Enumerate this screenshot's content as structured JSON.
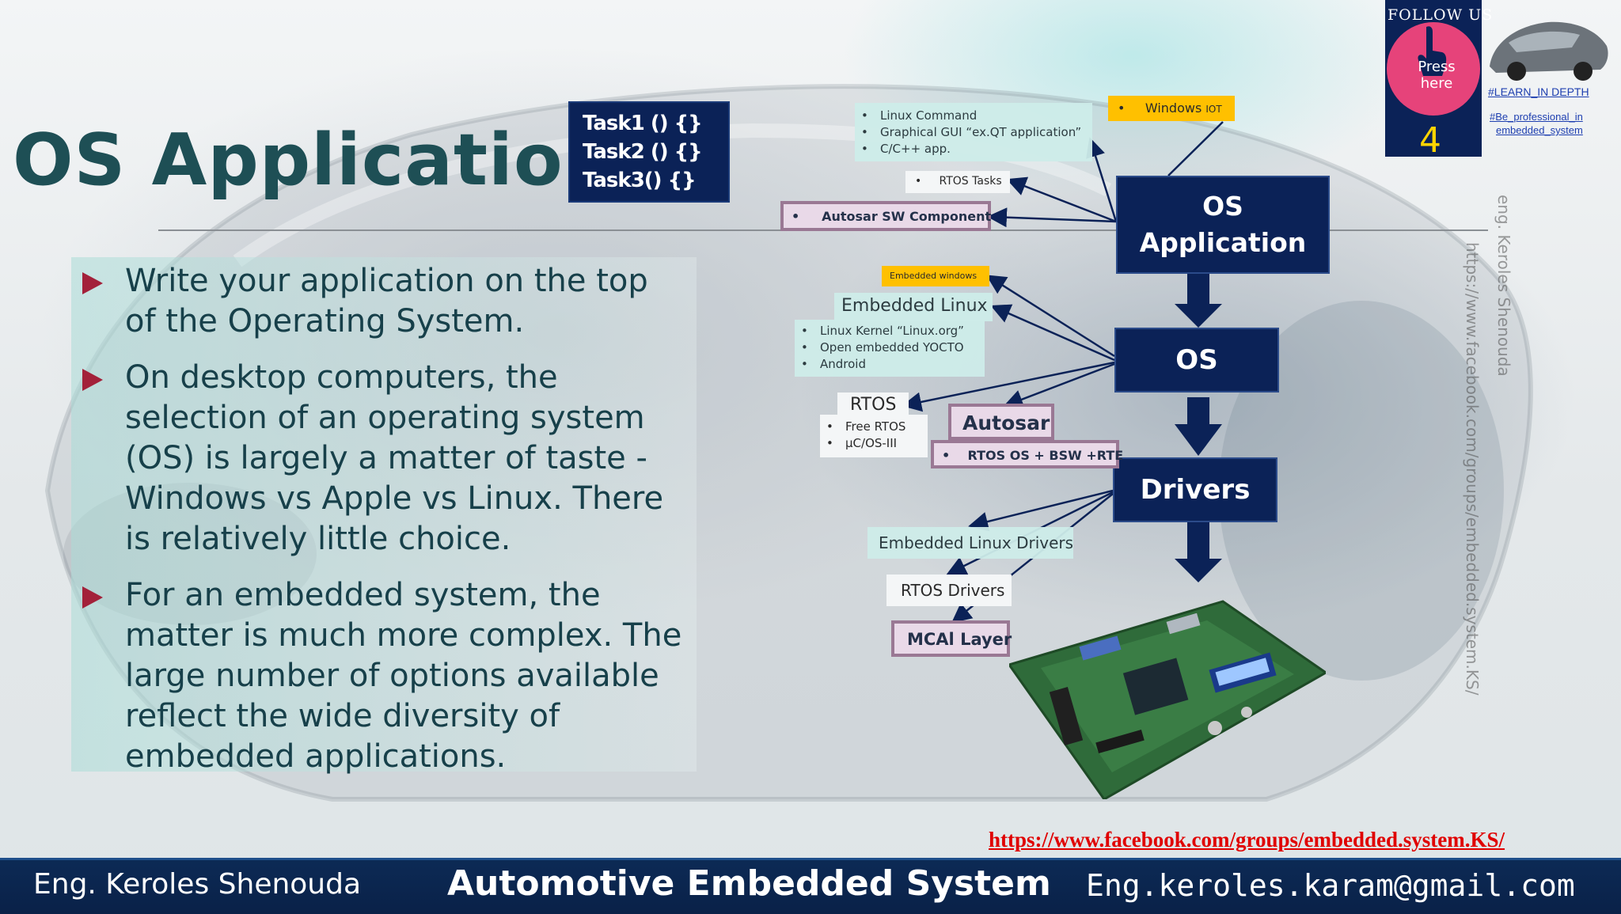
{
  "slide": {
    "title": "OS Application",
    "tasks": [
      "Task1 () {}",
      "Task2 () {}",
      "Task3() {}"
    ],
    "bullets": [
      "Write your application on the top of the Operating System.",
      "On desktop computers, the selection of an operating system (OS) is largely a matter of taste - Windows vs Apple vs Linux. There is relatively little choice.",
      "For an embedded system, the matter is much more complex. The large number of options available reflect the wide diversity of embedded applications."
    ]
  },
  "diagram": {
    "layers": {
      "os_application": [
        "OS",
        "Application"
      ],
      "os": "OS",
      "drivers": "Drivers"
    },
    "app_items": {
      "linux_list": [
        "Linux Command",
        "Graphical GUI “ex.QT application”",
        "C/C++ app."
      ],
      "windows_iot_prefix": "Windows ",
      "windows_iot_suffix": "IOT",
      "rtos_tasks": "RTOS Tasks",
      "autosar_sw_component": "Autosar SW Component"
    },
    "os_items": {
      "embedded_windows": "Embedded windows",
      "embedded_linux": "Embedded Linux",
      "linux_list": [
        "Linux Kernel “Linux.org”",
        "Open embedded YOCTO",
        "Android"
      ],
      "rtos": "RTOS",
      "rtos_list": [
        "Free RTOS",
        "µC/OS-III"
      ],
      "autosar": "Autosar",
      "autosar_detail": "RTOS OS + BSW +RTE"
    },
    "driver_items": {
      "embedded_linux_drivers": "Embedded Linux Drivers",
      "rtos_drivers": "RTOS Drivers",
      "mcal_layer": "MCAl Layer"
    },
    "colors": {
      "navy": "#0b2257",
      "teal": "#cdece9",
      "purple_border": "#9a7894",
      "yellow": "#ffc000",
      "bullet_arrow": "#a3213a"
    }
  },
  "sidebar": {
    "follow_us": "FOLLOW US",
    "press": "Press",
    "here": "here",
    "number": "4",
    "hashtag_1": "#LEARN_IN DEPTH",
    "hashtag_2a": "#Be_professional_in",
    "hashtag_2b": "embedded_system"
  },
  "watermark": {
    "author": "eng. Keroles Shenouda",
    "url": "https://www.facebook.com/groups/embedded.system.KS/"
  },
  "footer": {
    "link": "https://www.facebook.com/groups/embedded.system.KS/",
    "left": "Eng. Keroles Shenouda",
    "center": "Automotive Embedded System",
    "right": "Eng.keroles.karam@gmail.com"
  }
}
